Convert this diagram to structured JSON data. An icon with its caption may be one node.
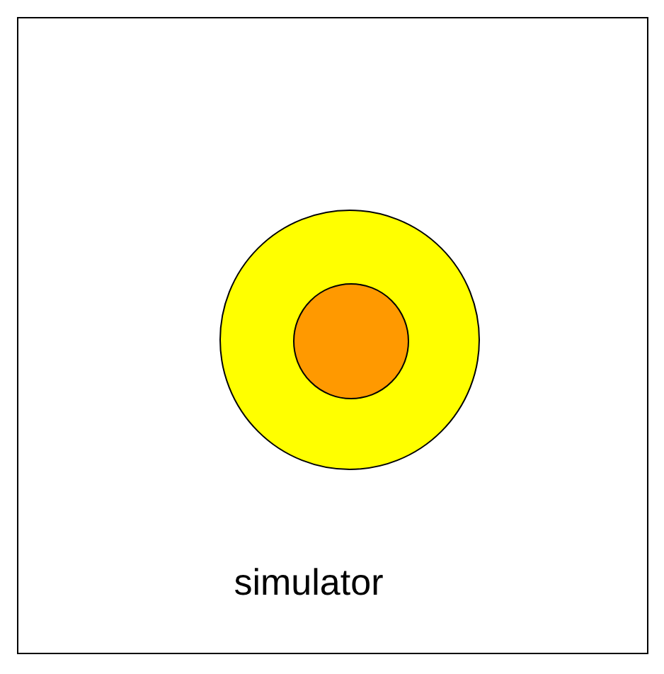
{
  "diagram": {
    "nodes": [
      {
        "text": [
          "simulator"
        ]
      },
      {
        "text": [],
        "shape": "circle",
        "in": 0
      },
      {
        "text": [],
        "shape": "circle",
        "in": 1
      }
    ]
  }
}
